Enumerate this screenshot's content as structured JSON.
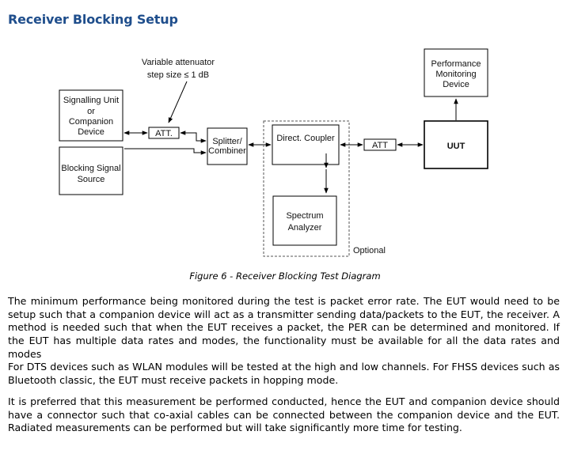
{
  "heading": "Receiver Blocking Setup",
  "diagram": {
    "attenuator_note_line1": "Variable attenuator",
    "attenuator_note_line2": "step size ≤ 1 dB",
    "signalling_line1": "Signalling Unit",
    "signalling_line2": "or",
    "signalling_line3": "Companion",
    "signalling_line4": "Device",
    "blocking_line1": "Blocking Signal",
    "blocking_line2": "Source",
    "att_left": "ATT.",
    "splitter_line1": "Splitter/",
    "splitter_line2": "Combiner",
    "coupler": "Direct. Coupler",
    "spectrum_line1": "Spectrum",
    "spectrum_line2": "Analyzer",
    "optional": "Optional",
    "att_right": "ATT",
    "uut": "UUT",
    "perf_line1": "Performance",
    "perf_line2": "Monitoring",
    "perf_line3": "Device"
  },
  "caption": "Figure 6 - Receiver Blocking Test Diagram",
  "paragraphs": [
    "The minimum performance being monitored during the test is packet error rate. The EUT would need to be setup such that a companion device will act as a transmitter sending data/packets to the EUT, the receiver. A method is needed such that when the EUT receives a packet, the PER can be determined and monitored. If the EUT has multiple data rates and modes, the functionality must be available for all the data rates and modes",
    "For DTS devices such as WLAN modules will be tested at the high and low channels. For FHSS devices such as Bluetooth classic, the EUT must receive packets in hopping mode.",
    "It is preferred that this measurement be performed conducted, hence the EUT and companion device should have a connector such that co-axial cables can be connected between the companion device and the EUT. Radiated measurements can be performed but will take significantly more time for testing."
  ]
}
